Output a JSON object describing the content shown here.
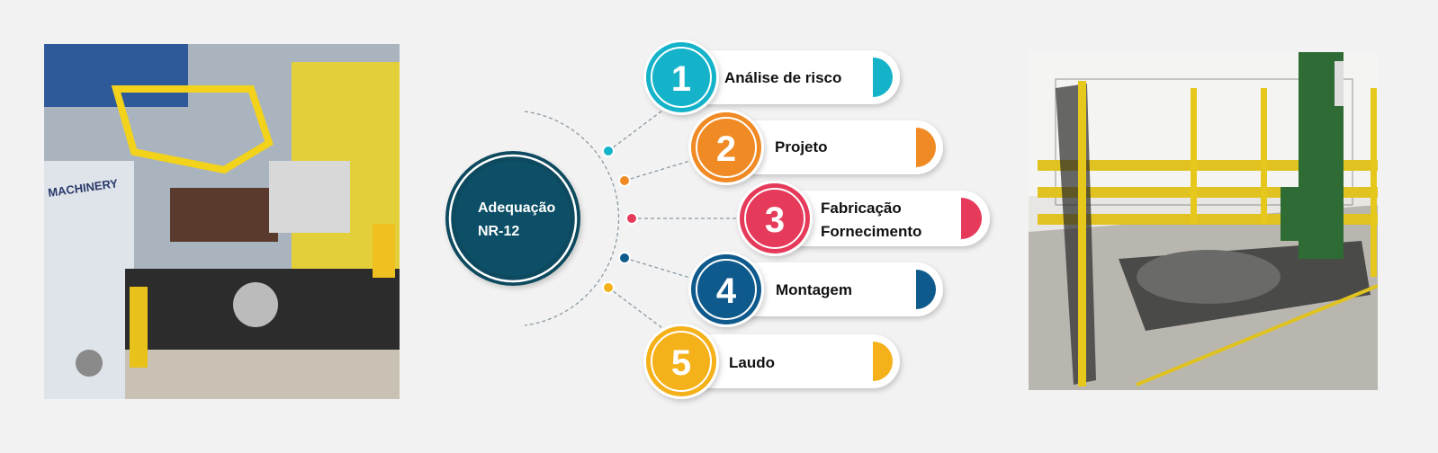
{
  "center": {
    "line1": "Adequação",
    "line2": "NR-12"
  },
  "steps": [
    {
      "number": "1",
      "label": "Análise de risco",
      "color": "#14b3c9"
    },
    {
      "number": "2",
      "label": "Projeto",
      "color": "#f08a24"
    },
    {
      "number": "3",
      "label_line1": "Fabricação",
      "label_line2": "Fornecimento",
      "color": "#e63a5a"
    },
    {
      "number": "4",
      "label": "Montagem",
      "color": "#0e5a8c"
    },
    {
      "number": "5",
      "label": "Laudo",
      "color": "#f5b11a"
    }
  ],
  "colors": {
    "center": "#0d4a5e",
    "background": "#f2f2f2"
  },
  "images": [
    {
      "name": "lathe-machine-photo",
      "visible_text": "MACHINERY"
    },
    {
      "name": "pallet-wrapper-safety-fence-photo"
    }
  ]
}
